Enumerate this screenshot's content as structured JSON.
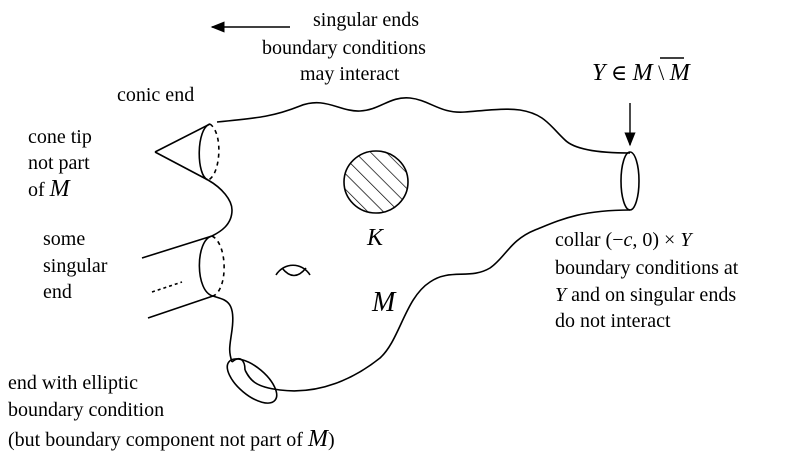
{
  "labels": {
    "singular_ends_1": "singular ends",
    "singular_ends_2": "boundary conditions",
    "singular_ends_3": "may interact",
    "conic_end": "conic end",
    "cone_tip_1": "cone tip",
    "cone_tip_2": "not part",
    "cone_tip_3": "of ",
    "cone_tip_M": "M",
    "some_singular_1": "some",
    "some_singular_2": "singular",
    "some_singular_3": "end",
    "elliptic_1": "end with elliptic",
    "elliptic_2": "boundary condition",
    "elliptic_3a": "(but boundary component not part of ",
    "elliptic_3M": "M",
    "elliptic_3b": ")",
    "compact_K": "K",
    "manifold_M": "M",
    "Y_label_Y": "Y",
    "Y_label_in": " ∈ ",
    "Y_label_Mbar": "M",
    "Y_label_setminus": " \\ ",
    "Y_label_M": "M",
    "collar_1a": "collar (−",
    "collar_1c": "c",
    "collar_1b": ", 0) × ",
    "collar_1Y": "Y",
    "collar_2": "boundary conditions at",
    "collar_3Y": "Y",
    "collar_3": " and on singular ends",
    "collar_4": "do not interact"
  }
}
